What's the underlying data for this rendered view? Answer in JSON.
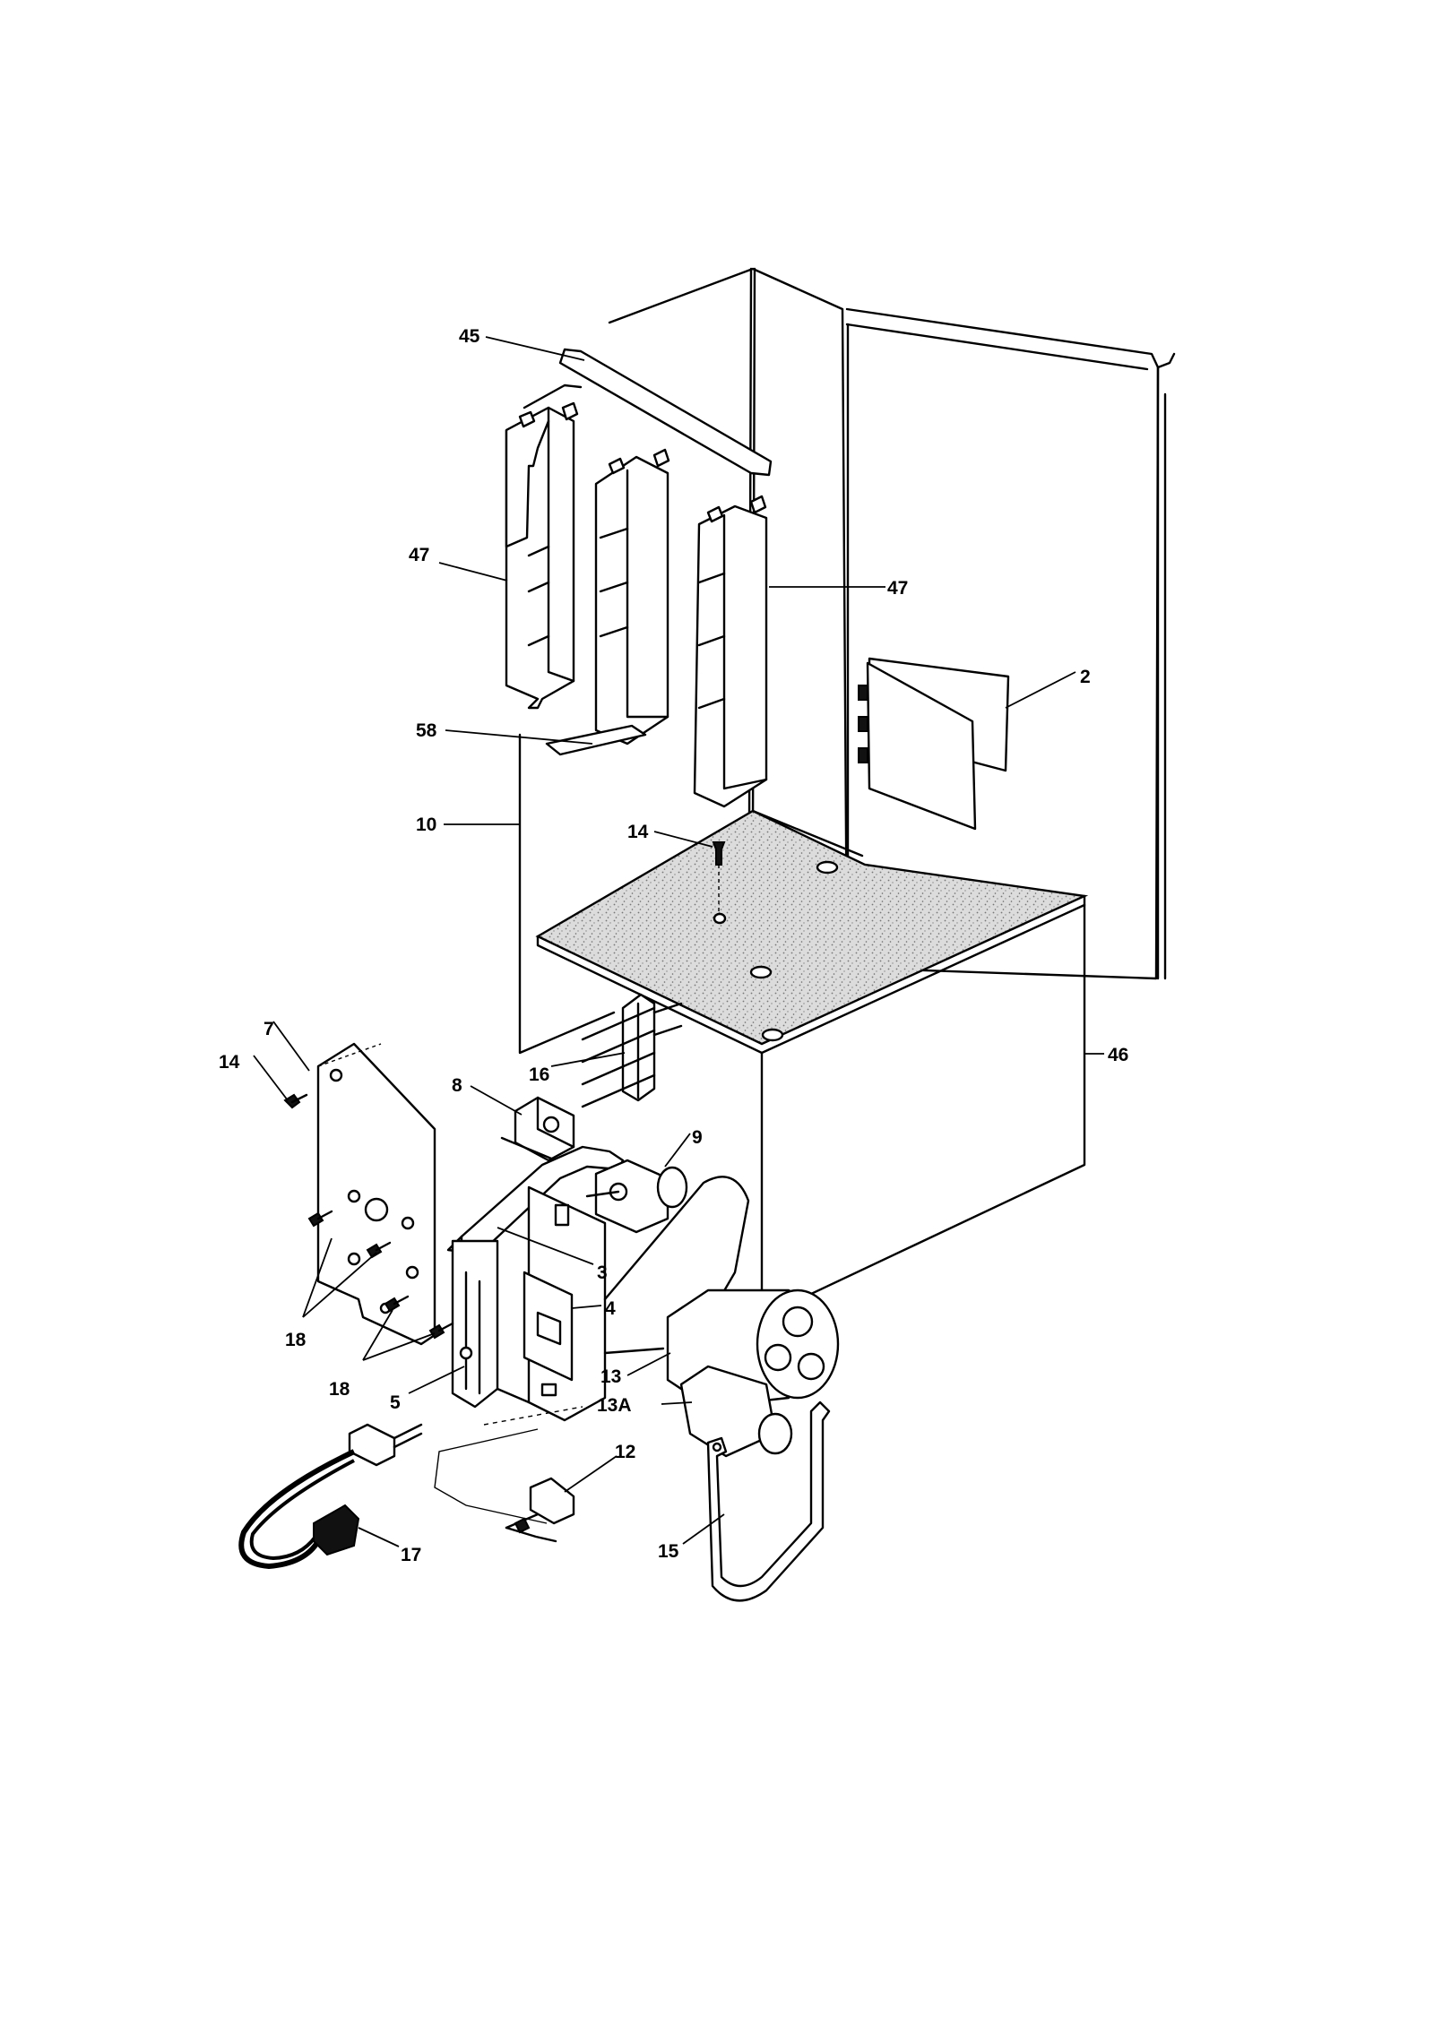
{
  "callouts": {
    "c45": "45",
    "c47a": "47",
    "c47b": "47",
    "c58": "58",
    "c10": "10",
    "c2": "2",
    "c14a": "14",
    "c14b": "14",
    "c7": "7",
    "c8": "8",
    "c16": "16",
    "c46": "46",
    "c9": "9",
    "c3": "3",
    "c4": "4",
    "c18a": "18",
    "c18b": "18",
    "c5": "5",
    "c13": "13",
    "c13a": "13A",
    "c12": "12",
    "c17": "17",
    "c15": "15"
  }
}
